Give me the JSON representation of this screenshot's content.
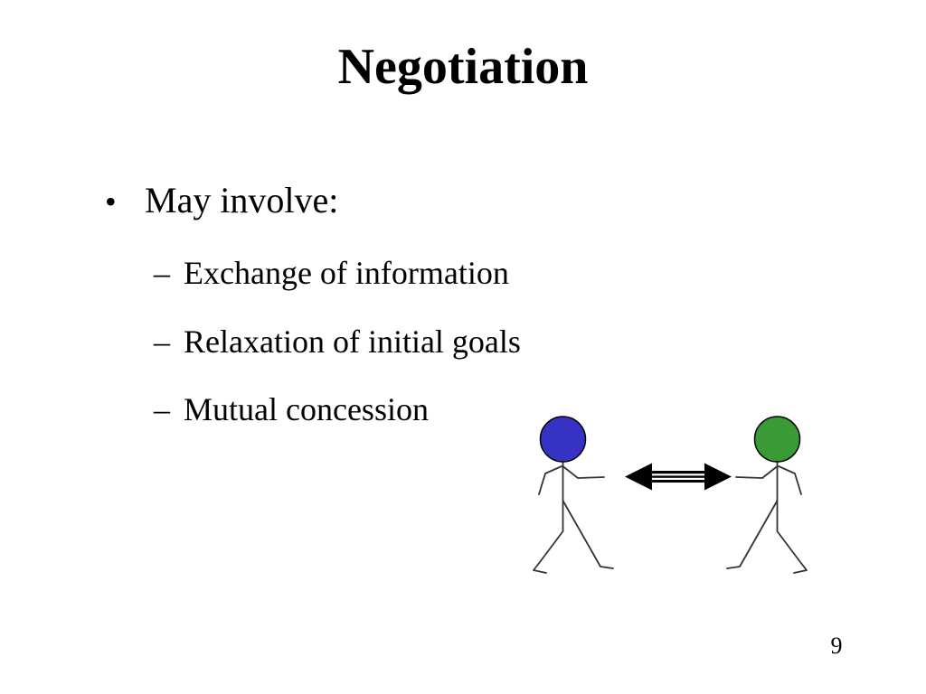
{
  "slide": {
    "title": "Negotiation",
    "page_number": "9",
    "background_color": "#ffffff",
    "text_color": "#000000"
  },
  "content": {
    "bullet_char": "•",
    "dash_char": "–",
    "main_bullet": "May involve:",
    "sub_bullets": [
      "Exchange of information",
      "Relaxation of initial goals",
      "Mutual concession"
    ]
  },
  "figures": {
    "left_person": {
      "head_color": "#3633c4"
    },
    "right_person": {
      "head_color": "#3a9a35"
    },
    "line_color": "#333333",
    "arrow_color": "#000000"
  }
}
